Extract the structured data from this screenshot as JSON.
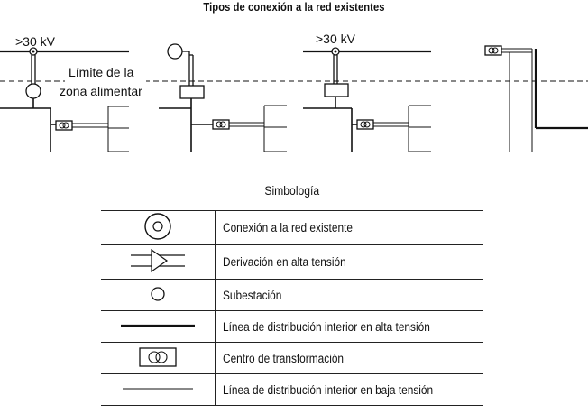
{
  "title": "Tipos de conexión a la red existentes",
  "diagram": {
    "voltage_label": ">30 kV",
    "boundary_label_line1": "Límite de la",
    "boundary_label_line2": "zona alimentar"
  },
  "legend": {
    "heading": "Simbología",
    "rows": [
      {
        "symbol": "connection-icon",
        "label": "Conexión a la red existente"
      },
      {
        "symbol": "hv-branch-icon",
        "label": "Derivación en alta tensión"
      },
      {
        "symbol": "substation-icon",
        "label": "Subestación"
      },
      {
        "symbol": "hv-line-icon",
        "label": "Línea de distribución interior en alta tensión"
      },
      {
        "symbol": "transformer-icon",
        "label": "Centro de transformación"
      },
      {
        "symbol": "lv-line-icon",
        "label": "Línea de distribución interior en baja tensión"
      }
    ]
  },
  "colors": {
    "ink": "#111111",
    "background": "#ffffff"
  }
}
